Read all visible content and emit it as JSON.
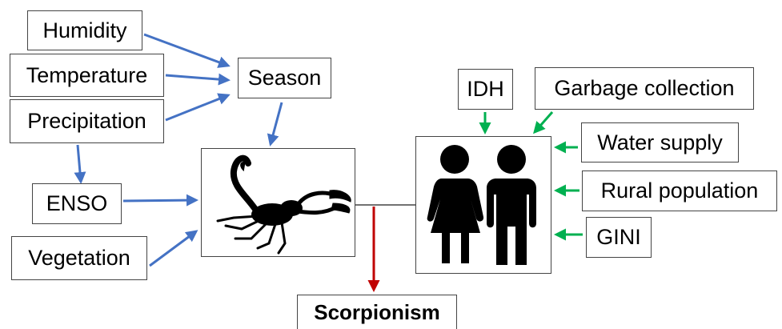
{
  "climate_factors": {
    "humidity": "Humidity",
    "temperature": "Temperature",
    "precipitation": "Precipitation",
    "season": "Season",
    "enso": "ENSO",
    "vegetation": "Vegetation"
  },
  "social_factors": {
    "idh": "IDH",
    "garbage": "Garbage collection",
    "water": "Water supply",
    "rural": "Rural population",
    "gini": "GINI"
  },
  "outcome": "Scorpionism",
  "colors": {
    "climate_arrow": "#4472C4",
    "social_arrow": "#00B050",
    "outcome_arrow": "#C00000"
  },
  "icons": [
    "scorpion-icon",
    "woman-icon",
    "man-icon"
  ]
}
